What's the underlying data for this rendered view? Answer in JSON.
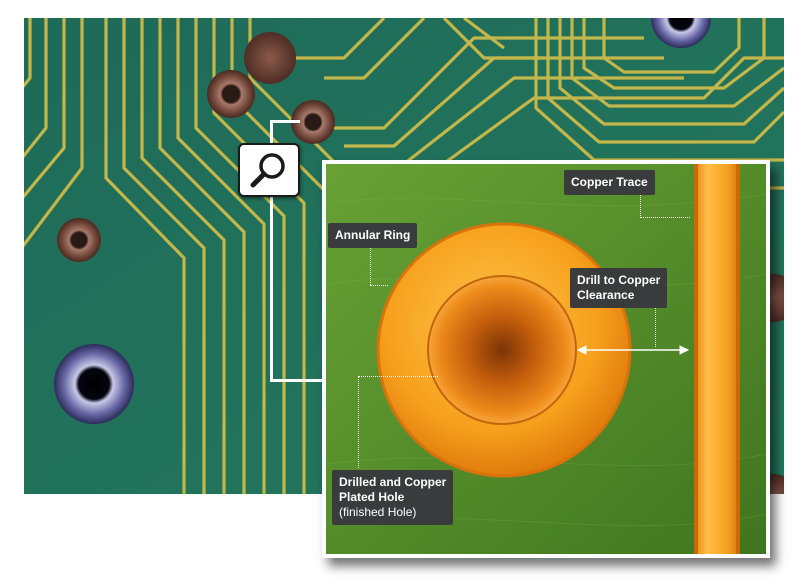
{
  "colors": {
    "board_green": "#1f6e57",
    "trace_gold": "#c8b84a",
    "copper_orange": "#f39a1c",
    "zoom_green": "#5d9630",
    "label_bg": "#3a3b3d"
  },
  "icons": {
    "magnifier": "magnifier-icon"
  },
  "labels": {
    "copper_trace": "Copper Trace",
    "annular_ring": "Annular Ring",
    "clearance_line1": "Drill to Copper",
    "clearance_line2": "Clearance",
    "hole_line1": "Drilled and Copper",
    "hole_line2": "Plated Hole",
    "hole_line3": "(finished Hole)"
  }
}
